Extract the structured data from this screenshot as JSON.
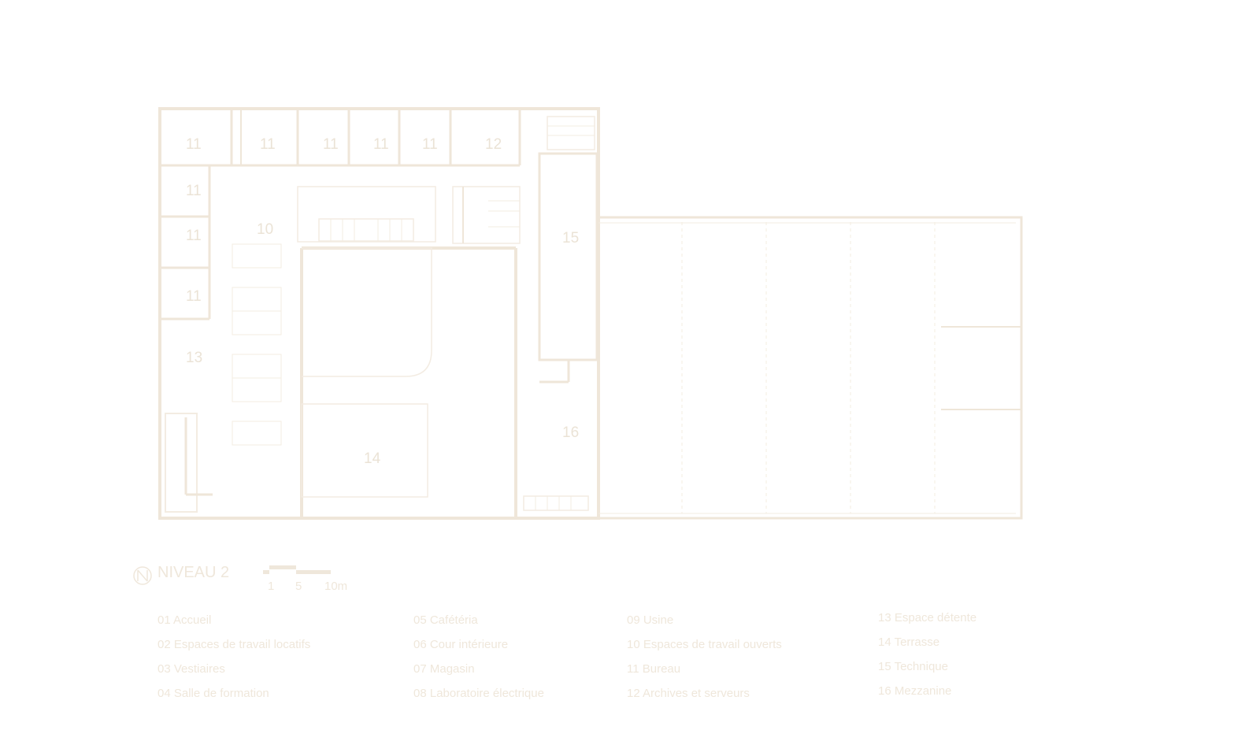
{
  "plan": {
    "title": "NIVEAU 2",
    "room_numbers": [
      "11",
      "11",
      "11",
      "11",
      "11",
      "12",
      "11",
      "11",
      "11",
      "10",
      "13",
      "15",
      "16",
      "14"
    ],
    "colors": {
      "line": "#efe6d9",
      "text": "#ebe3d6"
    }
  },
  "scale": {
    "labels": [
      "1",
      "5",
      "10m"
    ]
  },
  "legend": {
    "col1": [
      "01 Accueil",
      "02 Espaces de travail locatifs",
      "03 Vestiaires",
      "04 Salle de formation"
    ],
    "col2": [
      "05 Cafétéria",
      "06 Cour intérieure",
      "07 Magasin",
      "08 Laboratoire électrique"
    ],
    "col3": [
      "09 Usine",
      "10 Espaces de travail ouverts",
      "11 Bureau",
      "12 Archives et serveurs"
    ],
    "col4": [
      "13 Espace détente",
      "14 Terrasse",
      "15 Technique",
      "16 Mezzanine"
    ]
  }
}
